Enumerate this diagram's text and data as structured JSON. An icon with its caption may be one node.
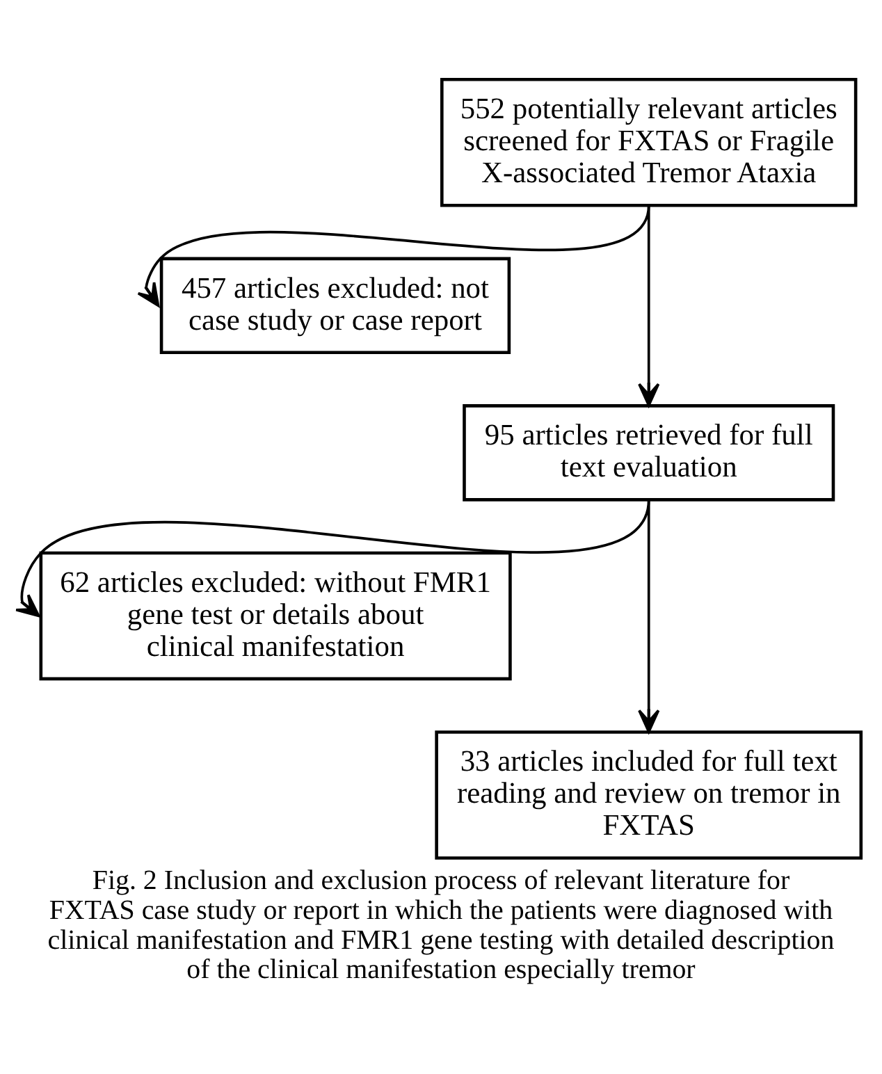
{
  "diagram": {
    "caption": "Fig. 2 Inclusion and exclusion process of relevant literature for FXTAS case study or report in which the patients were diagnosed with clinical manifestation and FMR1 gene testing with detailed description of the clinical manifestation especially tremor",
    "nodes": [
      {
        "text": [
          "552 potentially relevant articles screened for FXTAS or Fragile X-associated Tremor Ataxia"
        ]
      },
      {
        "text": [
          "457 articles excluded: not case study or case report"
        ]
      },
      {
        "text": [
          "95 articles retrieved for full text evaluation"
        ]
      },
      {
        "text": [
          "62 articles excluded: without FMR1 gene test or details about clinical manifestation"
        ]
      },
      {
        "text": [
          "33 articles included for full text reading and review on tremor in FXTAS"
        ]
      }
    ],
    "edges": [
      {
        "from": 0,
        "to": 1,
        "arrow": "to"
      },
      {
        "from": 0,
        "to": 2,
        "arrow": "to"
      },
      {
        "from": 2,
        "to": 3,
        "arrow": "to"
      },
      {
        "from": 2,
        "to": 4,
        "arrow": "to"
      }
    ]
  }
}
